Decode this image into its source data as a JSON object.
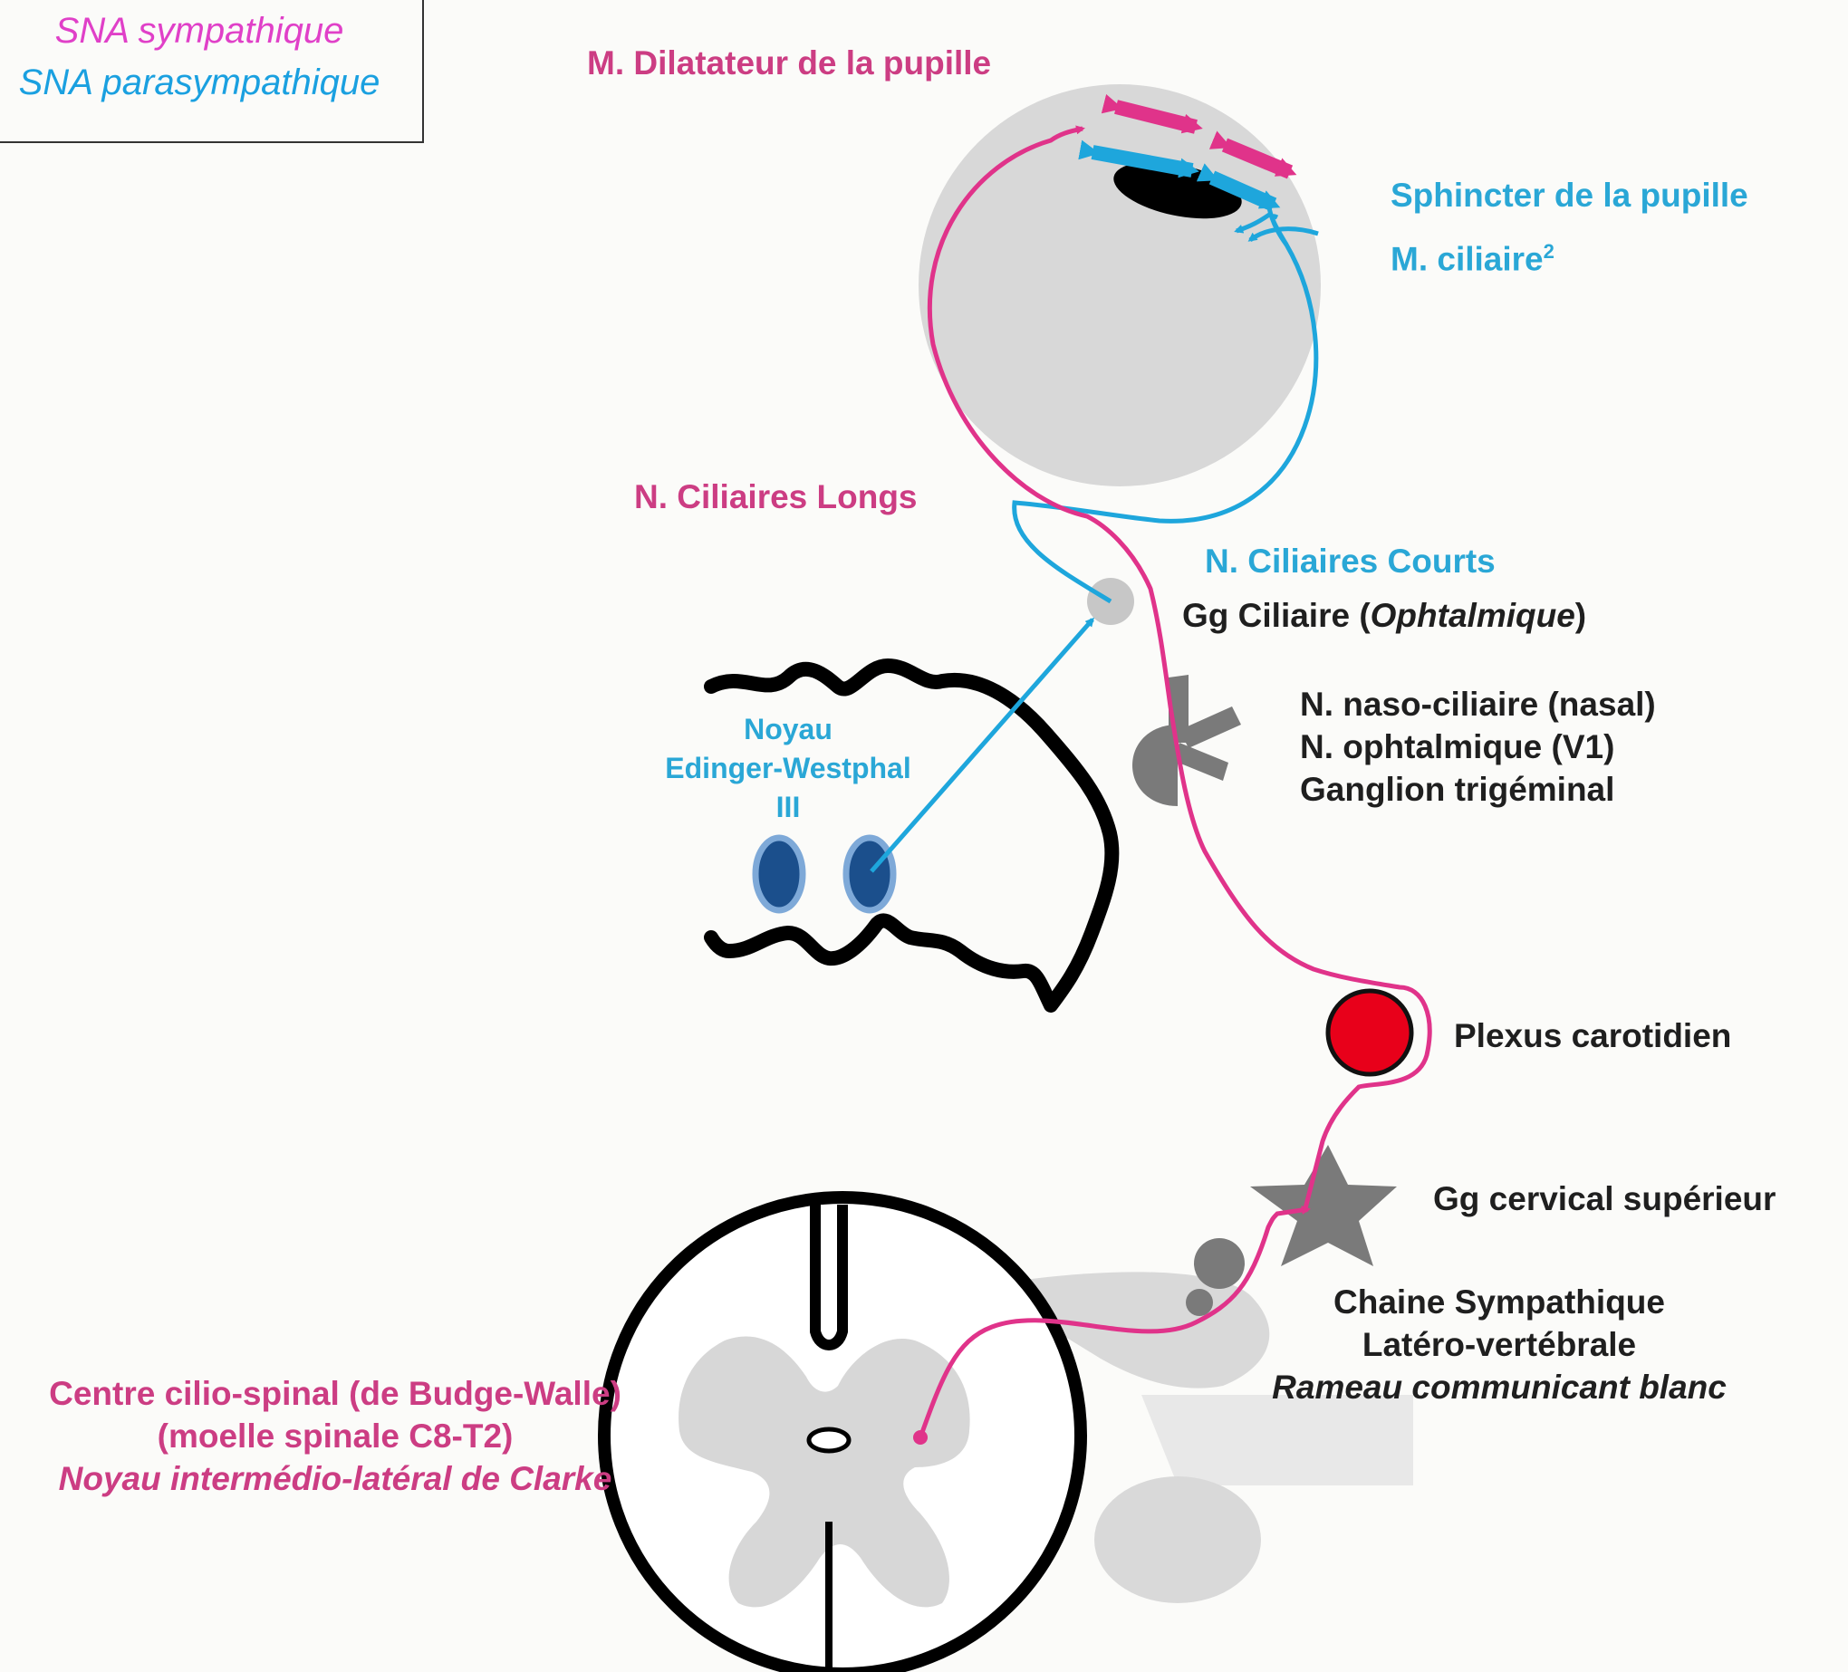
{
  "legend": {
    "sympathetic": "SNA sympathique",
    "parasympathetic": "SNA parasympathique"
  },
  "labels": {
    "dilatateur": "M. Dilatateur de la pupille",
    "sphincter": "Sphincter de la pupille",
    "ciliaire_muscle": "M. ciliaire",
    "ciliaire_sup": "2",
    "ciliaires_longs": "N. Ciliaires Longs",
    "ciliaires_courts": "N. Ciliaires Courts",
    "gg_ciliaire": "Gg Ciliaire (",
    "gg_ciliaire_it": "Ophtalmique",
    "gg_ciliaire_end": ")",
    "naso_ciliaire": "N. naso-ciliaire (nasal)",
    "ophtalmique": "N. ophtalmique (V1)",
    "trigeminal": "Ganglion trigéminal",
    "ew_line1": "Noyau",
    "ew_line2": "Edinger-Westphal",
    "ew_line3": "III",
    "plexus": "Plexus carotidien",
    "gg_cervical": "Gg cervical supérieur",
    "chaine1": "Chaine Sympathique",
    "chaine2": "Latéro-vertébrale",
    "rameau": "Rameau communicant blanc",
    "centre1": "Centre cilio-spinal (de Budge-Walle)",
    "centre2": "(moelle spinale C8-T2)",
    "centre3": "Noyau intermédio-latéral de Clarke"
  },
  "colors": {
    "sympathetic": "#e0338a",
    "parasympathetic": "#1ea6dc",
    "label_pink": "#cc3d83",
    "label_blue": "#2aa7d6",
    "structure_gray": "#7a7a7a",
    "eye_gray": "#d8d8d8",
    "plexus_red": "#e8001a",
    "nucleus_blue": "#1b4f8c"
  }
}
